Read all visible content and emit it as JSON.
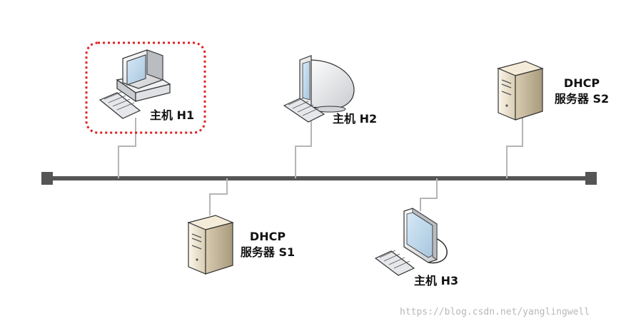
{
  "nodes": {
    "h1": {
      "label": "主机 H1",
      "highlighted": true
    },
    "h2": {
      "label": "主机 H2"
    },
    "h3": {
      "label": "主机 H3"
    },
    "s1": {
      "line1": "DHCP",
      "line2": "服务器 S1"
    },
    "s2": {
      "line1": "DHCP",
      "line2": "服务器 S2"
    }
  },
  "watermark": "https://blog.csdn.net/yanglingwell",
  "colors": {
    "bus": "#555555",
    "link": "#b5b5b5",
    "highlight": "#e02020"
  }
}
